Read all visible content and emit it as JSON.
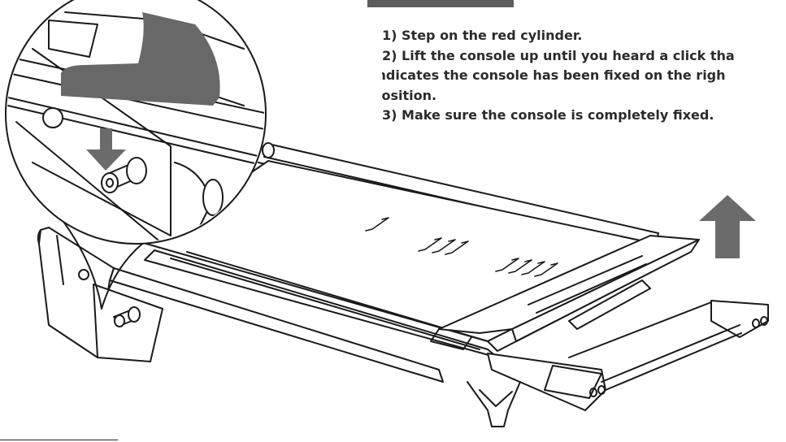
{
  "instructions": {
    "step1": "1) Step on the red cylinder.",
    "step2_line1": "2)  Lift  the console up until you heard a click tha",
    "step2_line2": "indicates the console has been fixed on the righ",
    "step2_line3": "position.",
    "step3": "3)  Make sure the console is completely fixed."
  },
  "colors": {
    "text": "#2b2b2b",
    "header_bar": "#5d5d5d",
    "arrow": "#6b6b6b",
    "lines": "#1a1a1a"
  },
  "icons": {
    "down_arrow": "down-arrow-icon",
    "up_arrow": "up-arrow-icon"
  }
}
